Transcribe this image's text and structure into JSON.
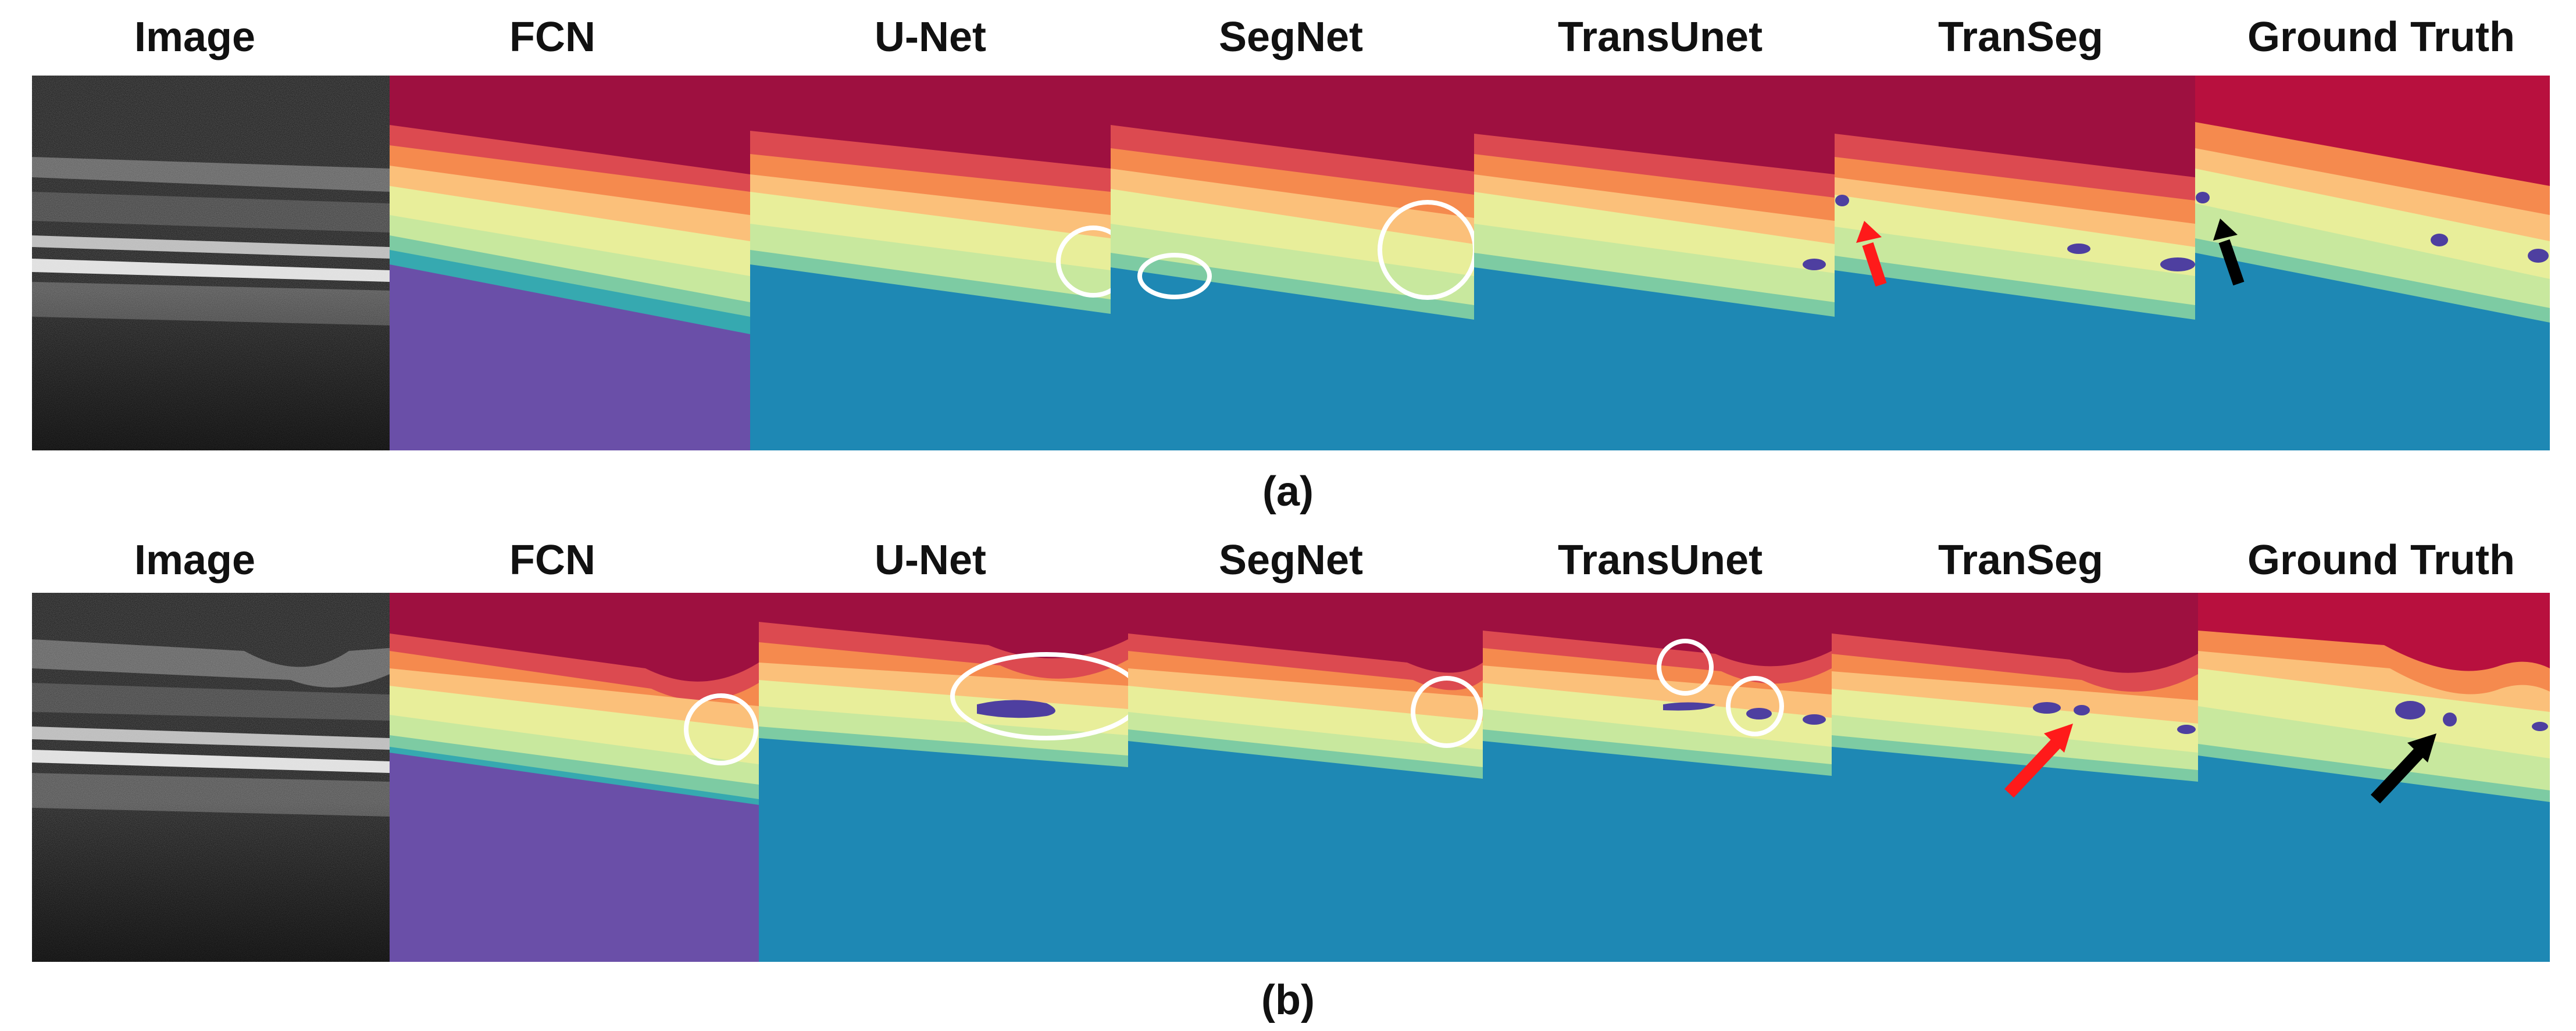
{
  "rows": [
    {
      "caption": "(a)",
      "columns": [
        {
          "key": "image",
          "title": "Image"
        },
        {
          "key": "fcn",
          "title": "FCN"
        },
        {
          "key": "unet",
          "title": "U-Net"
        },
        {
          "key": "segnet",
          "title": "SegNet"
        },
        {
          "key": "transunet",
          "title": "TransUnet"
        },
        {
          "key": "transeg",
          "title": "TranSeg"
        },
        {
          "key": "gt",
          "title": "Ground Truth"
        }
      ]
    },
    {
      "caption": "(b)",
      "columns": [
        {
          "key": "image",
          "title": "Image"
        },
        {
          "key": "fcn",
          "title": "FCN"
        },
        {
          "key": "unet",
          "title": "U-Net"
        },
        {
          "key": "segnet",
          "title": "SegNet"
        },
        {
          "key": "transunet",
          "title": "TransUnet"
        },
        {
          "key": "transeg",
          "title": "TranSeg"
        },
        {
          "key": "gt",
          "title": "Ground Truth"
        }
      ]
    }
  ],
  "colors": {
    "background": "#ffffff",
    "oct_dark": "#111111",
    "layer_top": "#9e1040",
    "layer_red": "#dc4a50",
    "layer_orange": "#f58a4e",
    "layer_peach": "#fbc07a",
    "layer_yellow": "#e8ee9a",
    "layer_pale_green": "#c8e89e",
    "layer_green": "#7dcba3",
    "layer_teal": "#36a9b0",
    "layer_blue": "#1e88b4",
    "fcn_purple": "#6a4fa8",
    "fluid": "#4e3fa0",
    "error_circle": "#ffffff",
    "arrow_model": "#ff1a1a",
    "arrow_truth": "#000000"
  },
  "annotations": {
    "error_marker": "white-ellipse",
    "model_arrow_icon": "red-arrow-icon",
    "truth_arrow_icon": "black-arrow-icon"
  }
}
